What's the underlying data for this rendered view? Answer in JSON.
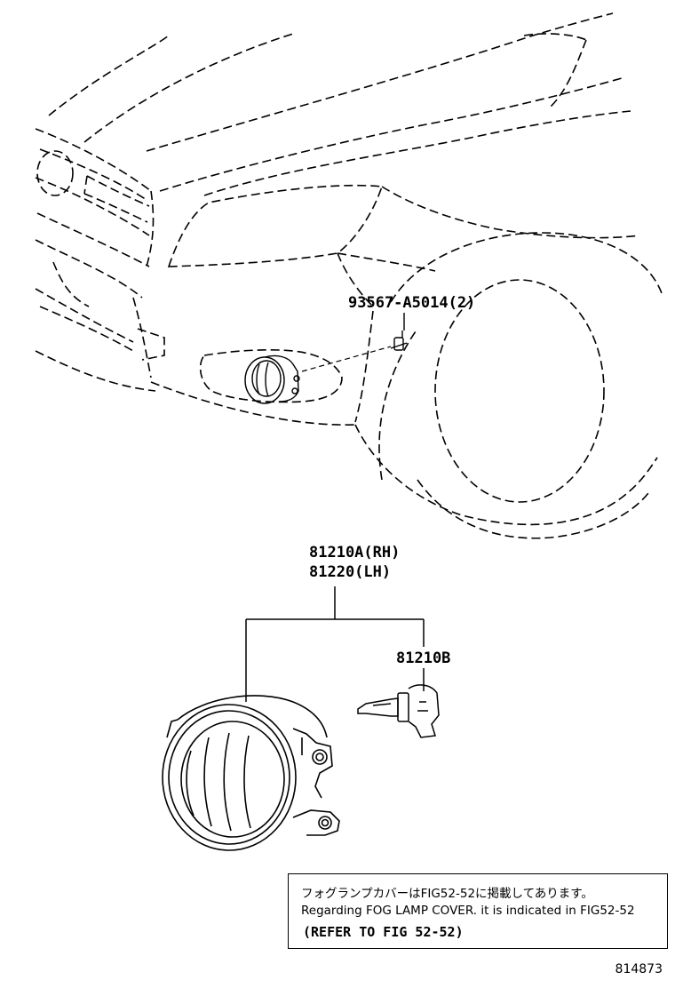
{
  "parts": {
    "clip": "93567-A5014(2)",
    "fog_lamp_rh": "81210A(RH)",
    "fog_lamp_lh": "81220(LH)",
    "bulb": "81210B"
  },
  "note": {
    "line_jp": "フォグランプカバーはFIG52-52に掲載してあります。",
    "line_en": "Regarding FOG LAMP COVER. it is indicated in FIG52-52",
    "refer": "(REFER TO FIG 52-52)"
  },
  "figure_number": "814873",
  "icons": [
    "car-front-outline",
    "fog-lamp-small",
    "clip-icon",
    "fog-lamp-assembly",
    "bulb-icon"
  ]
}
